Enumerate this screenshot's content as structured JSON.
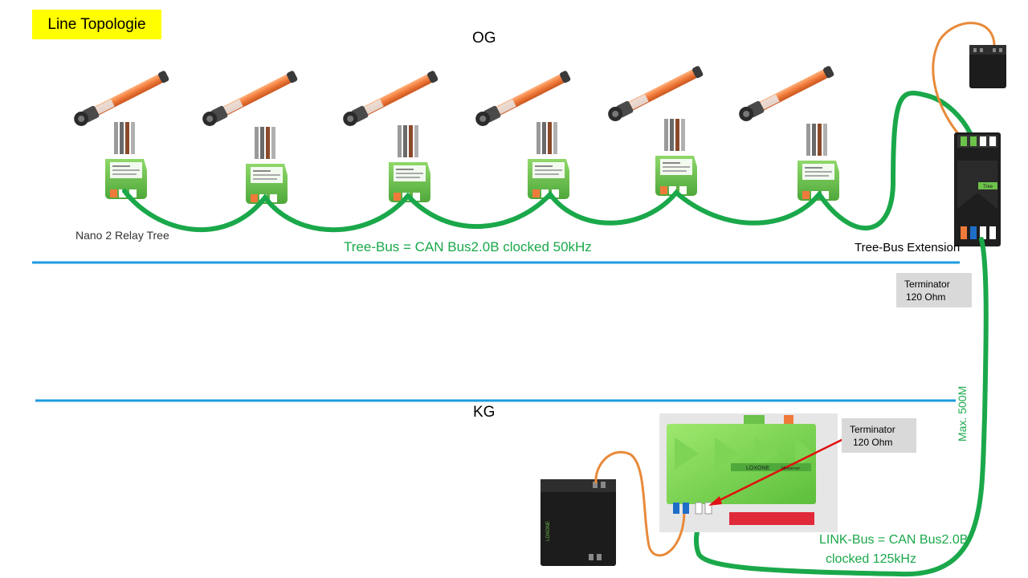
{
  "diagram": {
    "title": "Line Topologie",
    "floors": {
      "upper": "OG",
      "lower": "KG"
    },
    "labels": {
      "nano_relay": "Nano 2 Relay Tree",
      "tree_bus": "Tree-Bus  = CAN Bus2.0B  clocked 50kHz",
      "tree_extension": "Tree-Bus Extension",
      "max_length": "Max. 500M",
      "link_bus_line1": "LINK-Bus = CAN Bus2.0B",
      "link_bus_line2": "clocked 125kHz"
    },
    "terminators": [
      {
        "line1": "Terminator",
        "line2": "120 Ohm"
      },
      {
        "line1": "Terminator",
        "line2": "120 Ohm"
      }
    ],
    "device_text": {
      "brand": "LOXONE",
      "miniserver": "Miniserver",
      "tree": "Tree"
    },
    "colors": {
      "bus_green": "#1aa84a",
      "floor_line": "#1e9be0",
      "module_green": "#6cc24a",
      "motor_orange": "#f07a3a",
      "power_cable": "#e88a3a",
      "title_bg": "#ffff00",
      "terminator_bg": "#d9d9d9",
      "arrow_red": "#e01010"
    }
  }
}
